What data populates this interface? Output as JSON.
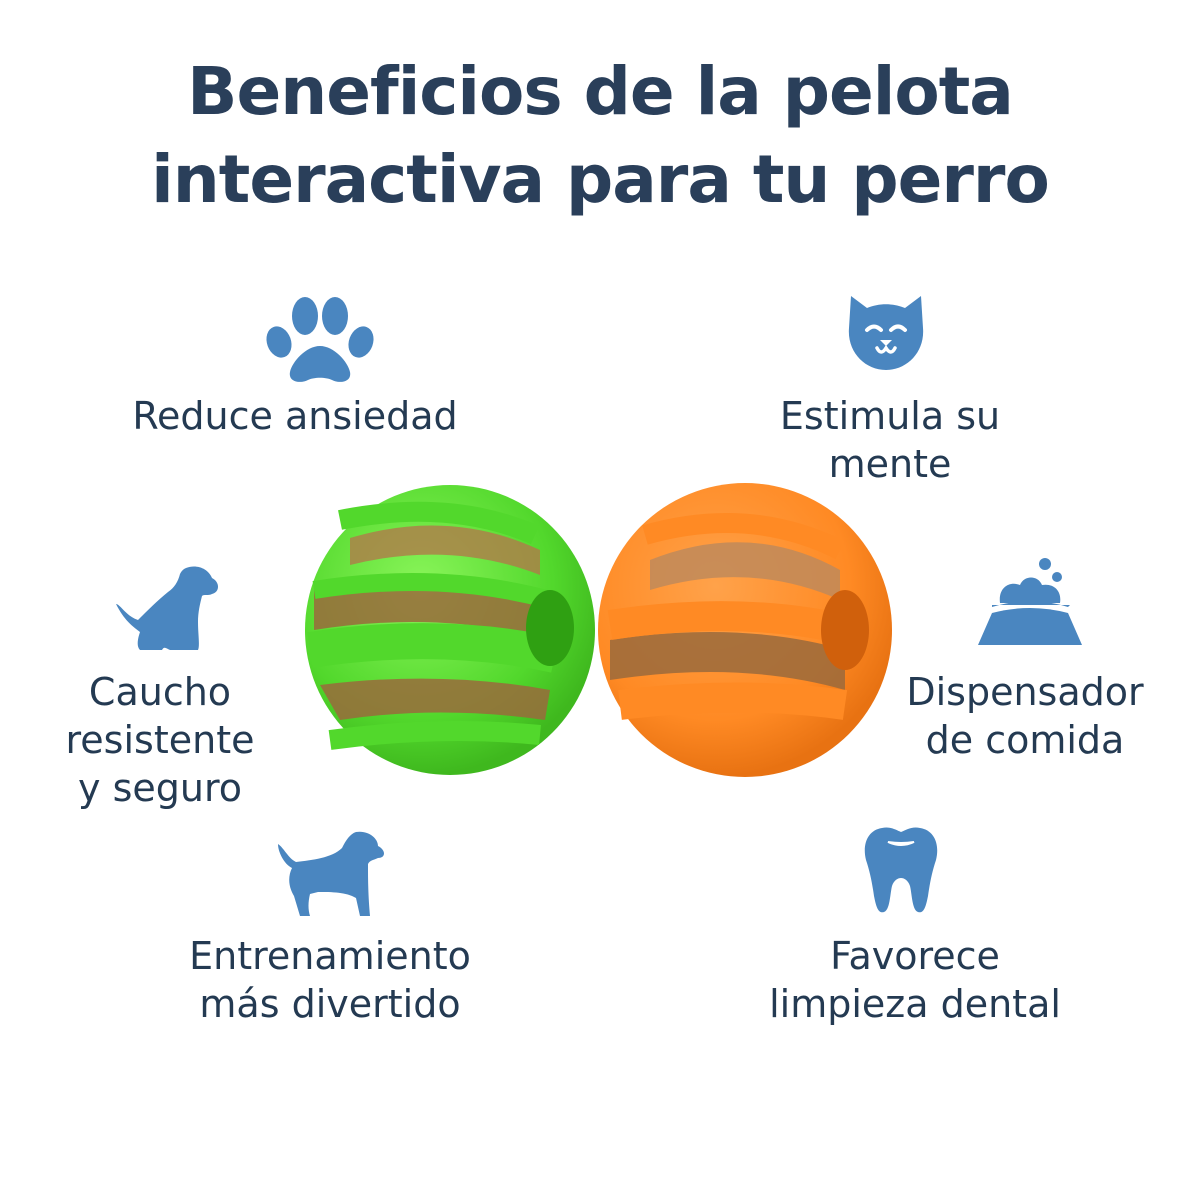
{
  "title": {
    "line1": "Beneficios de la pelota",
    "line2": "interactiva para tu perro"
  },
  "features": [
    {
      "id": "reduce-anxiety",
      "icon": "paw-icon",
      "lines": [
        "Reduce ansiedad"
      ]
    },
    {
      "id": "stimulate-mind",
      "icon": "cat-face-icon",
      "lines": [
        "Estimula su",
        "mente"
      ]
    },
    {
      "id": "durable-rubber",
      "icon": "sitting-dog-icon",
      "lines": [
        "Caucho",
        "resistente",
        "y seguro"
      ]
    },
    {
      "id": "food-dispenser",
      "icon": "food-bowl-icon",
      "lines": [
        "Dispensador",
        "de comida"
      ]
    },
    {
      "id": "fun-training",
      "icon": "standing-dog-icon",
      "lines": [
        "Entrenamiento",
        "más divertido"
      ]
    },
    {
      "id": "dental-cleaning",
      "icon": "tooth-icon",
      "lines": [
        "Favorece",
        "limpieza dental"
      ]
    }
  ],
  "product": {
    "balls": [
      {
        "color_name": "green",
        "color": "#5fe23a"
      },
      {
        "color_name": "orange",
        "color": "#ff8a2a"
      }
    ]
  },
  "colors": {
    "icon": "#4a86c0",
    "text": "#243a52",
    "title": "#2a3f5a"
  }
}
